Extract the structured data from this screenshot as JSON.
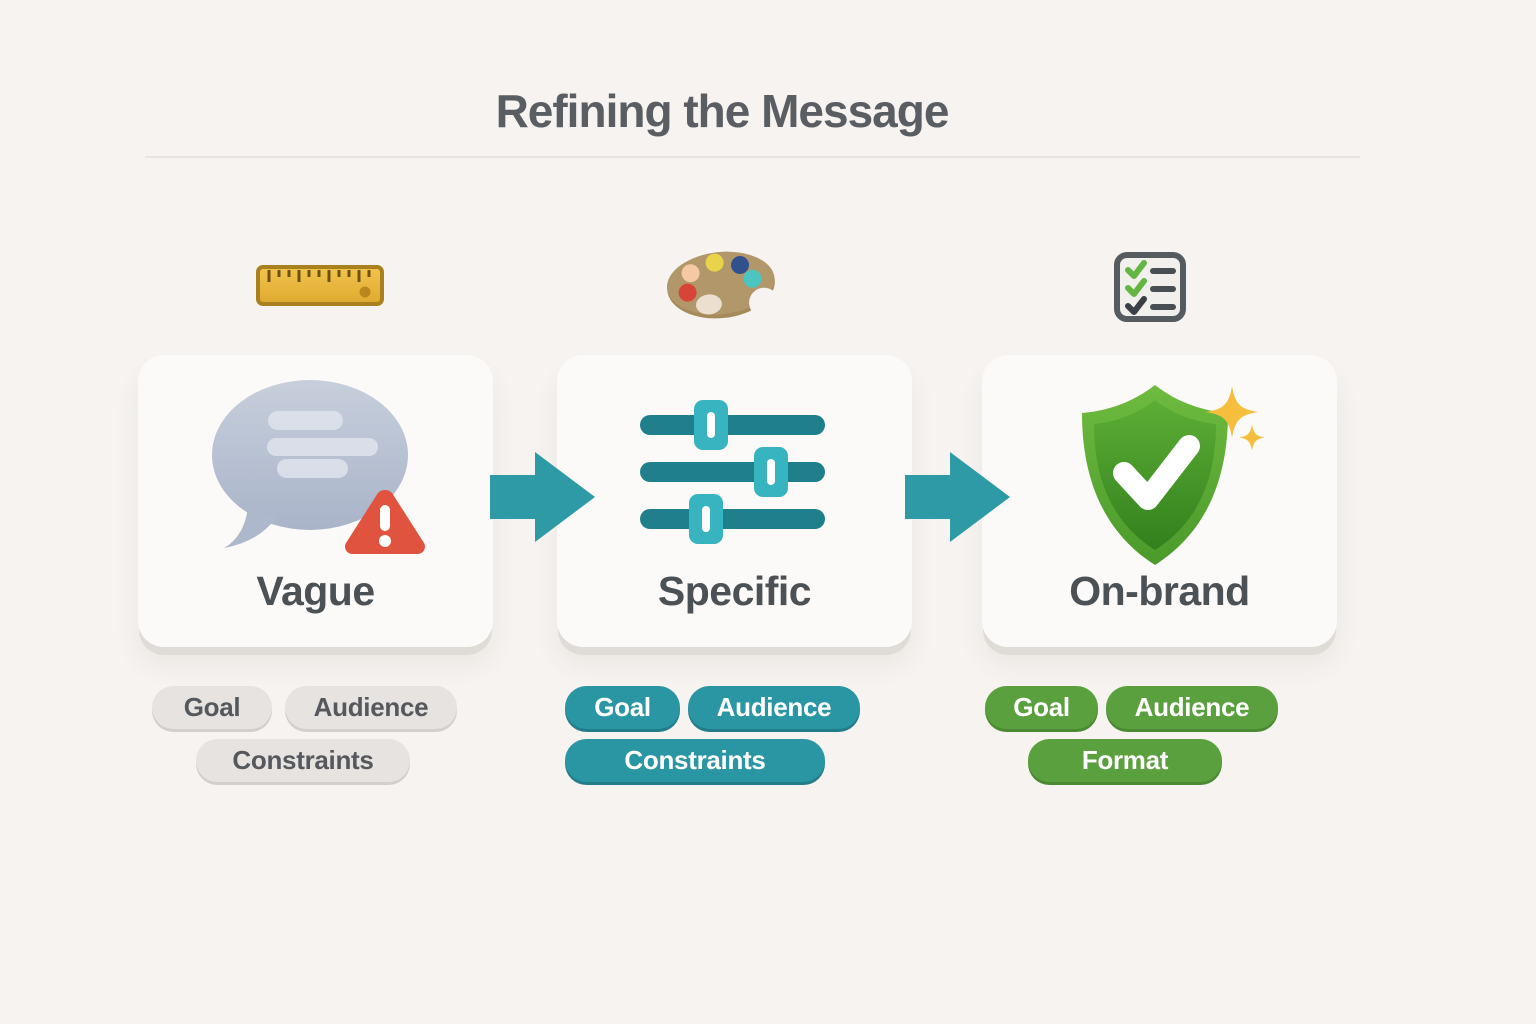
{
  "title": "Refining the Message",
  "stages": [
    {
      "id": "vague",
      "label": "Vague",
      "top_icon": "ruler-icon",
      "main_icon": "speech-bubble-warning-icon",
      "tag_style": "gray",
      "tags": [
        "Goal",
        "Audience",
        "Constraints"
      ]
    },
    {
      "id": "specific",
      "label": "Specific",
      "top_icon": "palette-icon",
      "main_icon": "sliders-icon",
      "tag_style": "teal",
      "tags": [
        "Goal",
        "Audience",
        "Constraints"
      ]
    },
    {
      "id": "on-brand",
      "label": "On-brand",
      "top_icon": "checklist-icon",
      "main_icon": "shield-check-icon",
      "tag_style": "green",
      "tags": [
        "Goal",
        "Audience",
        "Format"
      ]
    }
  ],
  "colors": {
    "background": "#f6f3f0",
    "card": "#fcfaf8",
    "title_text": "#5a5e63",
    "label_text": "#4c5155",
    "arrow_teal": "#2d9aa6",
    "slider_track": "#1f808c",
    "slider_handle": "#38b3c0",
    "pill_gray": "#e6e3e0",
    "pill_teal": "#2b96a3",
    "pill_green": "#5ba03e",
    "warning_red": "#e0543f",
    "shield_green": "#4a9a2b",
    "sparkle_gold": "#f5be3d",
    "ruler_gold": "#e9b73c"
  }
}
